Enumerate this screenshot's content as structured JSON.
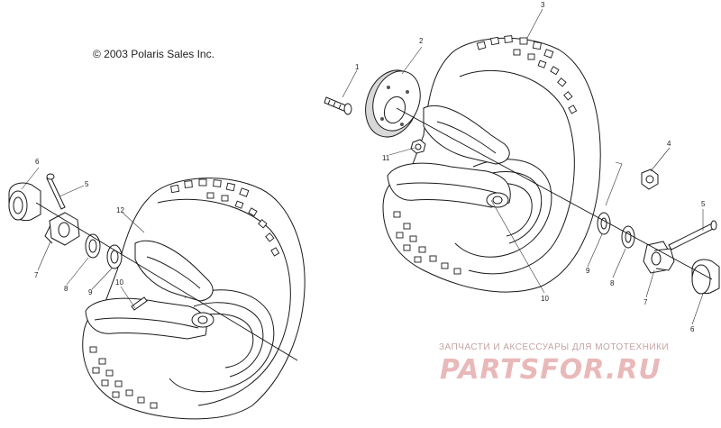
{
  "copyright": "© 2003 Polaris Sales Inc.",
  "callouts": [
    {
      "id": "c1",
      "text": "1"
    },
    {
      "id": "c2",
      "text": "2"
    },
    {
      "id": "c3",
      "text": "3"
    },
    {
      "id": "c4",
      "text": "4"
    },
    {
      "id": "c5r",
      "text": "5"
    },
    {
      "id": "c6r",
      "text": "6"
    },
    {
      "id": "c7r",
      "text": "7"
    },
    {
      "id": "c8r",
      "text": "8"
    },
    {
      "id": "c9r",
      "text": "9"
    },
    {
      "id": "c10r",
      "text": "10"
    },
    {
      "id": "c11",
      "text": "11"
    },
    {
      "id": "c5l",
      "text": "5"
    },
    {
      "id": "c6l",
      "text": "6"
    },
    {
      "id": "c7l",
      "text": "7"
    },
    {
      "id": "c8l",
      "text": "8"
    },
    {
      "id": "c9l",
      "text": "9"
    },
    {
      "id": "c10l",
      "text": "10"
    },
    {
      "id": "c12",
      "text": "12"
    }
  ],
  "watermark": {
    "tagline": "ЗАПЧАСТИ И АКСЕССУАРЫ ДЛЯ МОТОТЕХНИКИ",
    "logo": "PARTSFOR.RU"
  }
}
